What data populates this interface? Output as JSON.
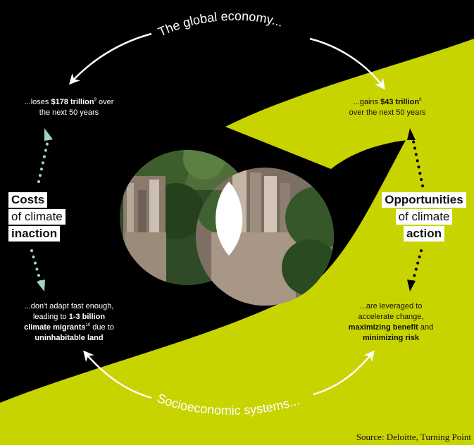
{
  "top_label": "The global economy...",
  "bottom_label": "Socioeconomic systems...",
  "costs": {
    "heading_1": "Costs",
    "heading_2": "of climate",
    "heading_3": "inaction",
    "top_pre": "...loses ",
    "top_amount": "$178 trillion",
    "top_note": "9",
    "top_post_1": " over",
    "top_post_2": "the next 50 years",
    "bottom_1": "...don't adapt fast enough,",
    "bottom_2": "leading to ",
    "bottom_bold_1": "1-3 billion",
    "bottom_bold_2": "climate migrants",
    "bottom_note": "10",
    "bottom_3": " due to",
    "bottom_bold_3": "uninhabitable land"
  },
  "opportunities": {
    "heading_1": "Opportunities",
    "heading_2": "of climate",
    "heading_3": "action",
    "top_pre": "...gains ",
    "top_amount": "$43 trillion",
    "top_note": "8",
    "top_post": "over the next 50 years",
    "bottom_1": "...are leveraged to",
    "bottom_2": "accelerate change,",
    "bottom_bold_1": "maximizing benefit",
    "bottom_3": " and",
    "bottom_bold_2": "minimizing risk"
  },
  "source": "Source: Deloitte, Turning Point",
  "colors": {
    "lime": "#c8d400",
    "black": "#000000",
    "white": "#ffffff",
    "teal_dots": "#9fd6c8"
  }
}
